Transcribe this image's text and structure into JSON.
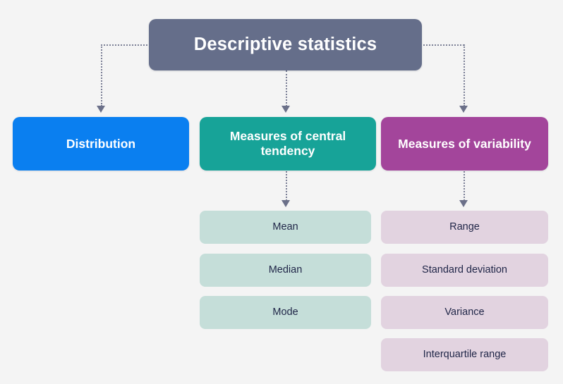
{
  "background_color": "#f4f4f4",
  "diagram": {
    "type": "hierarchy-tree",
    "root": {
      "label": "Descriptive statistics",
      "color": "#656e8a",
      "text_color": "#ffffff"
    },
    "categories": [
      {
        "label": "Distribution",
        "color": "#0a7ff0",
        "text_color": "#ffffff",
        "children": []
      },
      {
        "label": "Measures of central tendency",
        "color": "#17a398",
        "text_color": "#ffffff",
        "children": [
          {
            "label": "Mean",
            "color": "#c5ded9",
            "text_color": "#1f2547"
          },
          {
            "label": "Median",
            "color": "#c5ded9",
            "text_color": "#1f2547"
          },
          {
            "label": "Mode",
            "color": "#c5ded9",
            "text_color": "#1f2547"
          }
        ]
      },
      {
        "label": "Measures of variability",
        "color": "#a3459b",
        "text_color": "#ffffff",
        "children": [
          {
            "label": "Range",
            "color": "#e2d3e0",
            "text_color": "#1f2547"
          },
          {
            "label": "Standard deviation",
            "color": "#e2d3e0",
            "text_color": "#1f2547"
          },
          {
            "label": "Variance",
            "color": "#e2d3e0",
            "text_color": "#1f2547"
          },
          {
            "label": "Interquartile range",
            "color": "#e2d3e0",
            "text_color": "#1f2547"
          }
        ]
      }
    ],
    "connector": {
      "style": "dotted",
      "color": "#7b7f96",
      "arrow_color": "#6b7089"
    }
  }
}
